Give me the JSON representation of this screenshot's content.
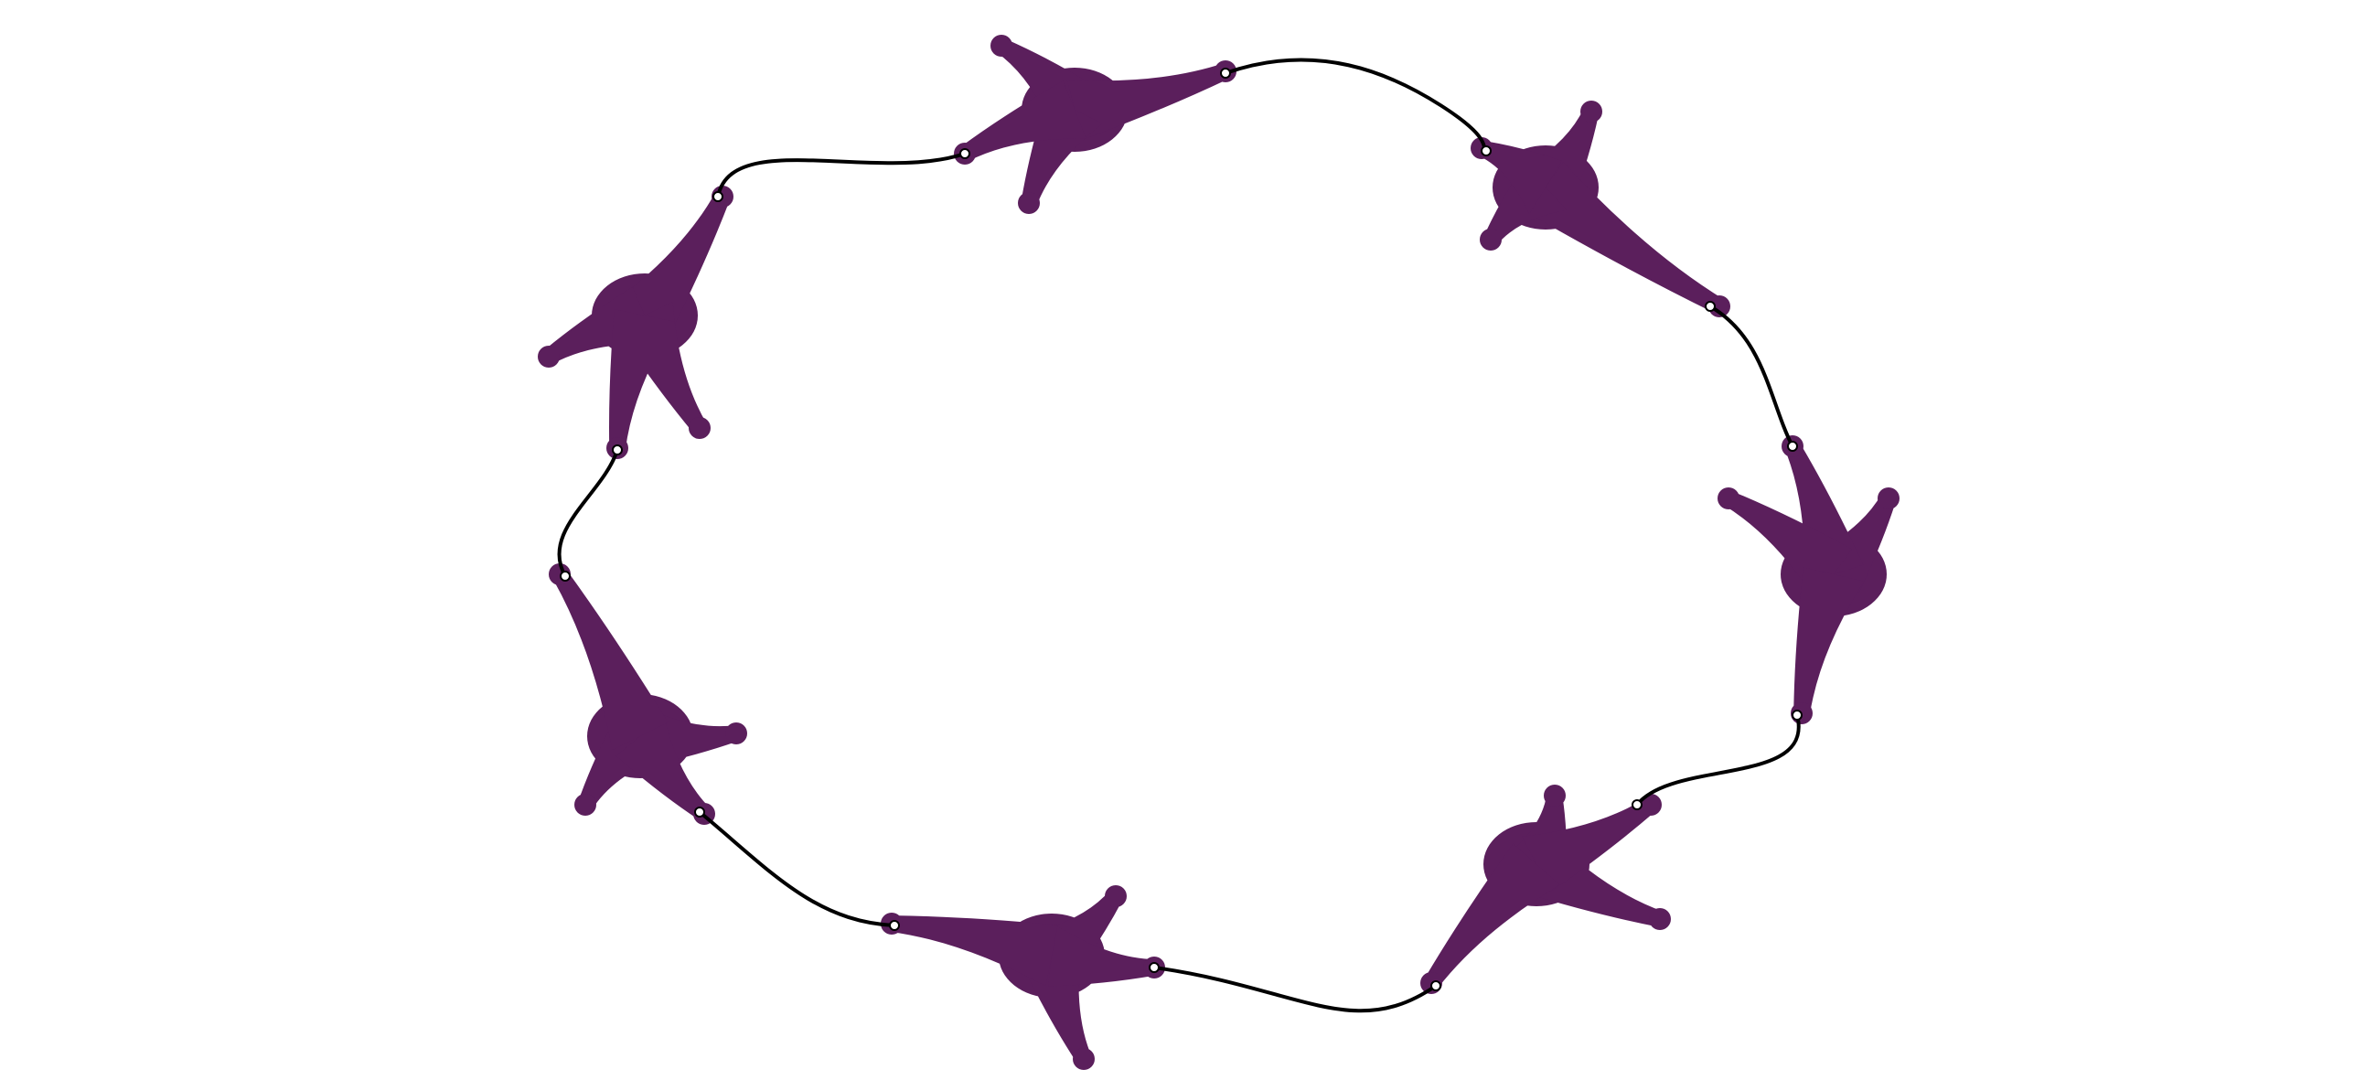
{
  "diagram": {
    "type": "ring-network",
    "node_count": 8,
    "link_count": 8,
    "colors": {
      "node_fill": "#5b1f5c",
      "link_stroke": "#000000",
      "background": "#ffffff"
    }
  }
}
